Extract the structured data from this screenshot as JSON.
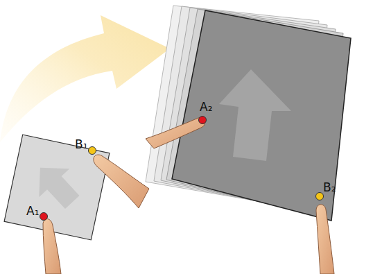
{
  "diagram": {
    "labels": [
      "A₂",
      "B₁",
      "B₂",
      "A₁"
    ]
  }
}
